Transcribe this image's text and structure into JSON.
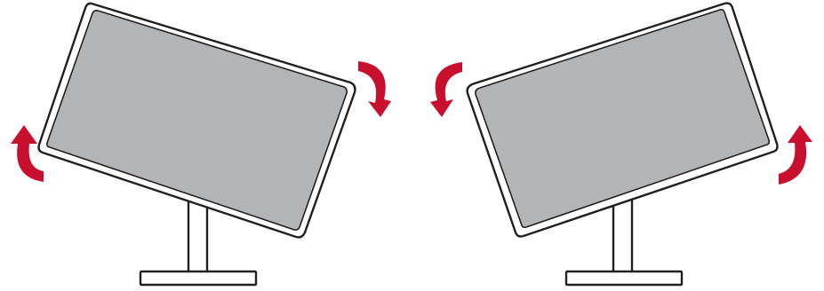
{
  "figure": {
    "panels": [
      {
        "name": "clockwise-rotation",
        "icons": [
          "rotate-clockwise-arrow",
          "rotate-clockwise-arrow"
        ]
      },
      {
        "name": "counterclockwise-rotation",
        "icons": [
          "rotate-counterclockwise-arrow",
          "rotate-counterclockwise-arrow"
        ]
      }
    ],
    "colors": {
      "arrow": "#c8102e",
      "screen": "#b3b4b6",
      "outline": "#231f20",
      "bezel": "#ffffff"
    }
  }
}
